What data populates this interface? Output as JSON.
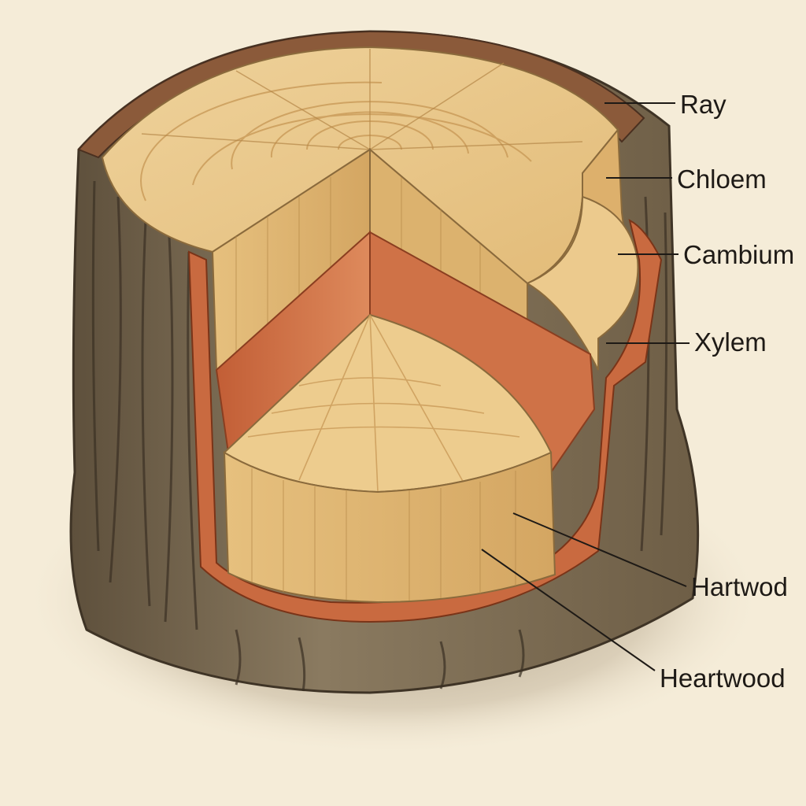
{
  "diagram": {
    "labels": {
      "ray": "Ray",
      "chloem": "Chloem",
      "cambium": "Cambium",
      "xylem": "Xylem",
      "hartwod": "Hartwod",
      "heartwood": "Heartwood"
    }
  },
  "colors": {
    "background": "#f5ecd8",
    "bark": "#7a6a52",
    "bark_dark": "#4e4232",
    "wood_light": "#e8c68a",
    "wood_mid": "#d9ad68",
    "inner_bark": "#c9683e",
    "leader_line": "#1e1a16"
  }
}
